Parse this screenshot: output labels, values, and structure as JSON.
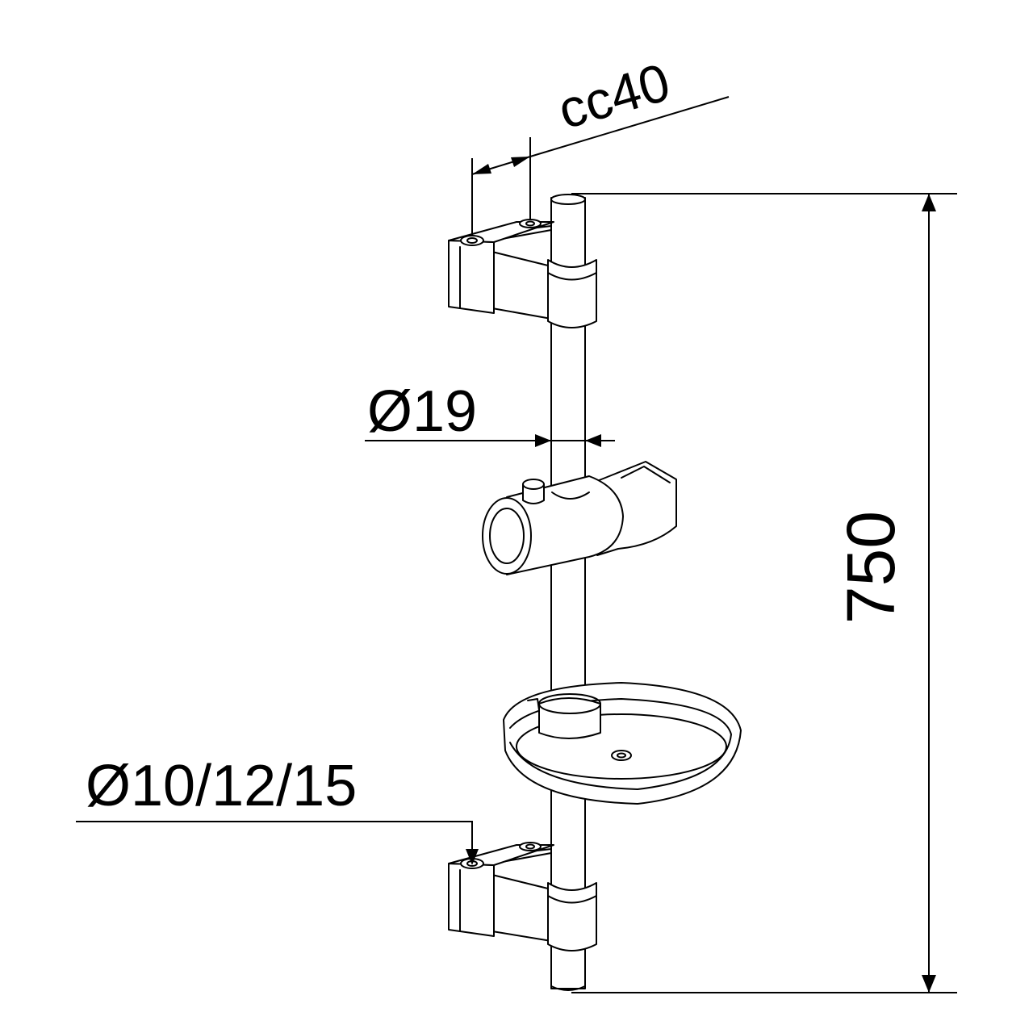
{
  "dimensions": {
    "center_distance": "cc40",
    "rail_diameter": "Ø19",
    "hole_diameter": "Ø10/12/15",
    "rail_length": "750"
  }
}
